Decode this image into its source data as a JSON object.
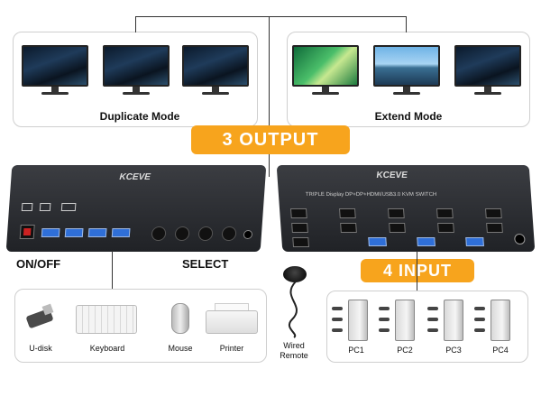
{
  "modes": {
    "duplicate": "Duplicate Mode",
    "extend": "Extend Mode"
  },
  "banners": {
    "output": "3 OUTPUT",
    "input": "4 INPUT"
  },
  "front_panel": {
    "brand": "KCEVE",
    "power_label": "ON/OFF",
    "select_label": "SELECT"
  },
  "back_panel": {
    "brand": "KCEVE",
    "title": "TRIPLE Display DP+DP+HDMI/USB3.0 KVM SWITCH"
  },
  "peripherals": [
    {
      "label": "U-disk"
    },
    {
      "label": "Keyboard"
    },
    {
      "label": "Mouse"
    },
    {
      "label": "Printer"
    }
  ],
  "remote": {
    "line1": "Wired",
    "line2": "Remote"
  },
  "pcs": [
    {
      "label": "PC1"
    },
    {
      "label": "PC2"
    },
    {
      "label": "PC3"
    },
    {
      "label": "PC4"
    }
  ],
  "colors": {
    "accent": "#f7a41d",
    "usb": "#2f6fd8"
  }
}
